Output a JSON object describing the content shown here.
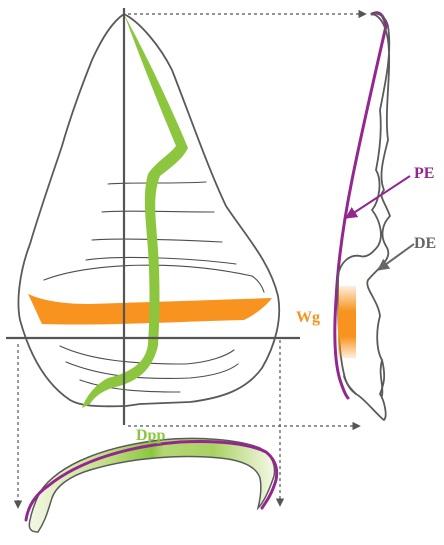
{
  "labels": {
    "dpp": "Dpp",
    "wg": "Wg",
    "pe": "PE",
    "de": "DE"
  },
  "colors": {
    "dpp": "#8cc63f",
    "wg": "#f7931e",
    "pe": "#93278f",
    "de": "#666666",
    "outline": "#5a5a5a"
  }
}
